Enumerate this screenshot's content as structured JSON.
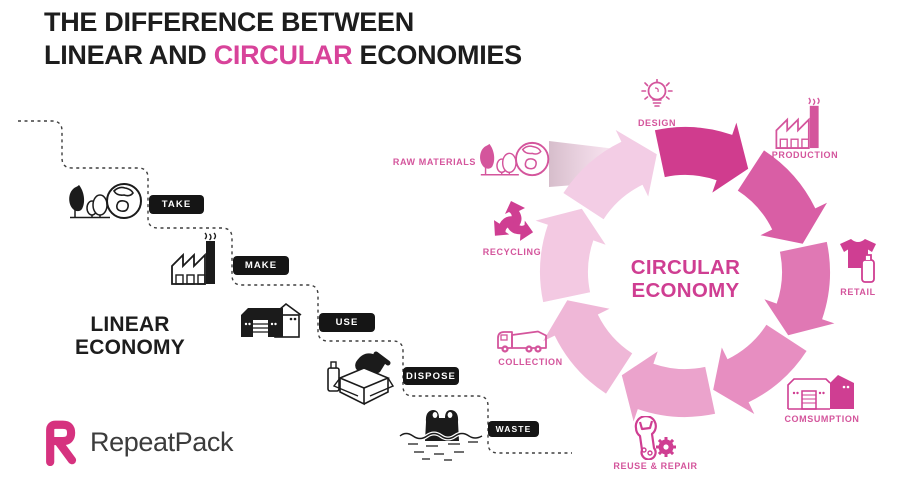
{
  "title": {
    "line1": "THE DIFFERENCE BETWEEN",
    "line2_before": "LINEAR AND ",
    "line2_highlight": "CIRCULAR",
    "line2_after": " ECONOMIES"
  },
  "linear": {
    "heading": {
      "line1": "LINEAR",
      "line2": "ECONOMY"
    },
    "steps": [
      {
        "label": "TAKE",
        "icon": "globe-leaf-icon"
      },
      {
        "label": "MAKE",
        "icon": "factory-icon"
      },
      {
        "label": "USE",
        "icon": "house-icon"
      },
      {
        "label": "DISPOSE",
        "icon": "box-clothes-icon"
      },
      {
        "label": "WASTE",
        "icon": "bag-water-icon"
      }
    ]
  },
  "circular": {
    "heading": {
      "line1": "CIRCULAR",
      "line2": "ECONOMY"
    },
    "stages": [
      {
        "label": "DESIGN",
        "icon": "lightbulb-icon"
      },
      {
        "label": "PRODUCTION",
        "icon": "factory-icon"
      },
      {
        "label": "RETAIL",
        "icon": "tshirt-bottle-icon"
      },
      {
        "label": "COMSUMPTION",
        "icon": "garage-icon"
      },
      {
        "label": "REUSE & REPAIR",
        "icon": "wrench-gear-icon"
      },
      {
        "label": "COLLECTION",
        "icon": "truck-icon"
      },
      {
        "label": "RECYCLING",
        "icon": "recycle-icon"
      },
      {
        "label": "RAW MATERIALS",
        "icon": "globe-leaf-icon"
      }
    ],
    "ring_colors": [
      "#d03c8e",
      "#d95ea5",
      "#e078b4",
      "#e78ec1",
      "#eba3cc",
      "#efb7d7",
      "#f3c9e2",
      "#f3cde5"
    ]
  },
  "logo": {
    "name": "RepeatPack"
  },
  "colors": {
    "title_dark": "#1d1d1d",
    "title_pink": "#d8439a",
    "center_pink": "#cf3e92",
    "stage_label_pink": "#d4559c",
    "step_label_bg": "#151515",
    "step_label_text": "#ffffff"
  }
}
